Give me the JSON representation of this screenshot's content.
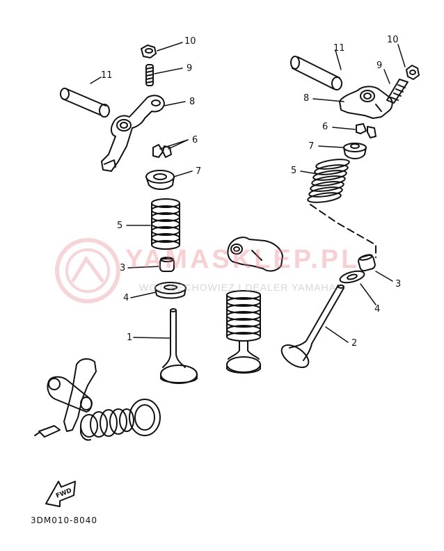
{
  "labels": {
    "left": {
      "n10": "10",
      "n9": "9",
      "n11": "11",
      "n8": "8",
      "n6": "6",
      "n7": "7",
      "n5": "5",
      "n3": "3",
      "n4": "4",
      "n1": "1"
    },
    "right": {
      "n11": "11",
      "n10": "10",
      "n9": "9",
      "n8": "8",
      "n6": "6",
      "n7": "7",
      "n5": "5",
      "n3": "3",
      "n4": "4",
      "n2": "2"
    }
  },
  "fwd_label": "FWD",
  "diagram_code": "3DM010-8040",
  "watermark": {
    "title": "YAMASKLEP.PL",
    "subtitle": "WOJ. BECHOWIEZ I DEALER YAMAHA"
  },
  "colors": {
    "line": "#111111",
    "watermark": "#e07883"
  }
}
